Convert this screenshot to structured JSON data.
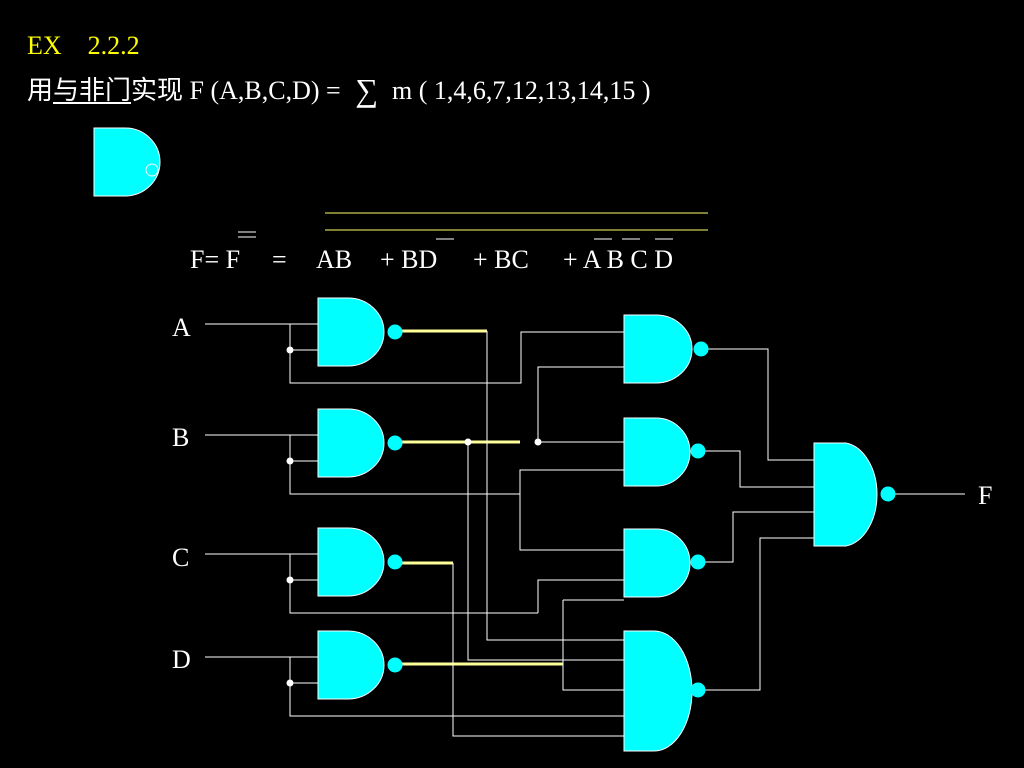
{
  "header": {
    "ex_label": "EX    2.2.2",
    "task_prefix": "用",
    "task_underlined": "与非门",
    "task_mid": "实现 F (A,B,C,D) = ",
    "sigma": "∑",
    "task_suffix": "m ( 1,4,6,7,12,13,14,15 )"
  },
  "equation": {
    "lhs": "F= F",
    "eq": "=",
    "term1": "AB",
    "term2": "+ BD",
    "term3": "+ BC",
    "term4": "+ A B C D"
  },
  "circuit": {
    "inputs": [
      "A",
      "B",
      "C",
      "D"
    ],
    "output": "F"
  },
  "colors": {
    "background": "#000000",
    "gate_fill": "#00ffff",
    "wire": "#ffffff",
    "highlight_wire": "#ffff99",
    "overbar_line": "#ffff66",
    "title": "#ffff00"
  }
}
